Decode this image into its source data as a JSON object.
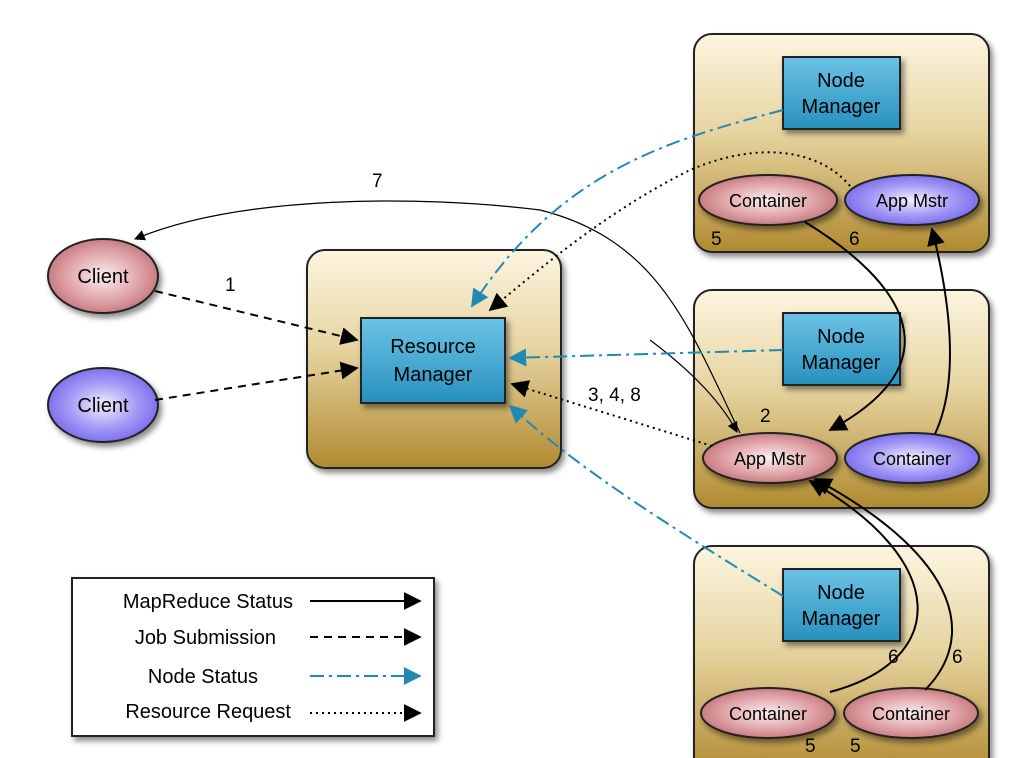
{
  "colors": {
    "panel_top": "#fcf5e0",
    "panel_bottom": "#b08a30",
    "manager_fill": "#2fa0cc",
    "client_red": "#c77b80",
    "client_blue": "#7b6ff0",
    "node_status_arrow": "#2289b5"
  },
  "resource_manager": {
    "label_line1": "Resource",
    "label_line2": "Manager"
  },
  "clients": [
    {
      "label": "Client",
      "color": "red"
    },
    {
      "label": "Client",
      "color": "blue"
    }
  ],
  "nodes": [
    {
      "manager_line1": "Node",
      "manager_line2": "Manager",
      "left_ellipse": "Container",
      "right_ellipse": "App Mstr",
      "num_a": "5",
      "num_b": "6"
    },
    {
      "manager_line1": "Node",
      "manager_line2": "Manager",
      "left_ellipse": "App Mstr",
      "right_ellipse": "Container",
      "num_a": "2"
    },
    {
      "manager_line1": "Node",
      "manager_line2": "Manager",
      "left_ellipse": "Container",
      "right_ellipse": "Container",
      "num_a": "5",
      "num_b": "5",
      "num_c": "6",
      "num_d": "6"
    }
  ],
  "edge_labels": {
    "seven": "7",
    "one": "1",
    "three_four_eight": "3, 4, 8"
  },
  "legend": {
    "items": [
      {
        "label": "MapReduce Status",
        "style": "solid"
      },
      {
        "label": "Job Submission",
        "style": "dashed"
      },
      {
        "label": "Node Status",
        "style": "dash-dot"
      },
      {
        "label": "Resource Request",
        "style": "dotted"
      }
    ]
  }
}
